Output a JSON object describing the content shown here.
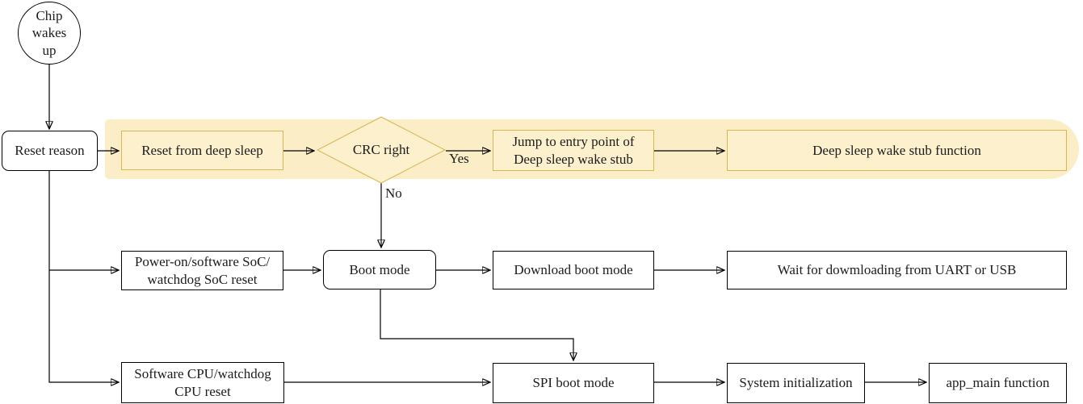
{
  "diagram": {
    "type": "flowchart",
    "nodes": {
      "chip_wakes_up": {
        "label": "Chip\nwakes\nup",
        "shape": "circle"
      },
      "reset_reason": {
        "label": "Reset reason",
        "shape": "rounded-rect"
      },
      "reset_from_deep_sleep": {
        "label": "Reset from deep sleep",
        "shape": "rect",
        "highlighted": true
      },
      "crc_right": {
        "label": "CRC right",
        "shape": "diamond",
        "highlighted": true
      },
      "jump_to_entry": {
        "label": "Jump to entry point of\nDeep sleep wake stub",
        "shape": "rect",
        "highlighted": true
      },
      "deep_sleep_stub": {
        "label": "Deep sleep wake stub function",
        "shape": "rect",
        "highlighted": true
      },
      "power_on_reset": {
        "label": "Power-on/software SoC/\nwatchdog SoC reset",
        "shape": "rect"
      },
      "boot_mode": {
        "label": "Boot mode",
        "shape": "rounded-rect"
      },
      "download_boot_mode": {
        "label": "Download boot mode",
        "shape": "rect"
      },
      "wait_for_download": {
        "label": "Wait for dowmloading from UART or USB",
        "shape": "rect"
      },
      "software_cpu_reset": {
        "label": "Software CPU/watchdog\nCPU reset",
        "shape": "rect"
      },
      "spi_boot_mode": {
        "label": "SPI boot mode",
        "shape": "rect"
      },
      "system_initialization": {
        "label": "System initialization",
        "shape": "rect"
      },
      "app_main": {
        "label": "app_main function",
        "shape": "rect"
      }
    },
    "edge_labels": {
      "yes": "Yes",
      "no": "No"
    },
    "colors": {
      "highlight_band": "#fbedc6",
      "highlight_node_fill": "#fcf0cd",
      "highlight_node_border": "#d6b656",
      "node_fill": "#ffffff",
      "node_border": "#000000",
      "connector": "#000000",
      "text": "#1c1c1c"
    }
  }
}
